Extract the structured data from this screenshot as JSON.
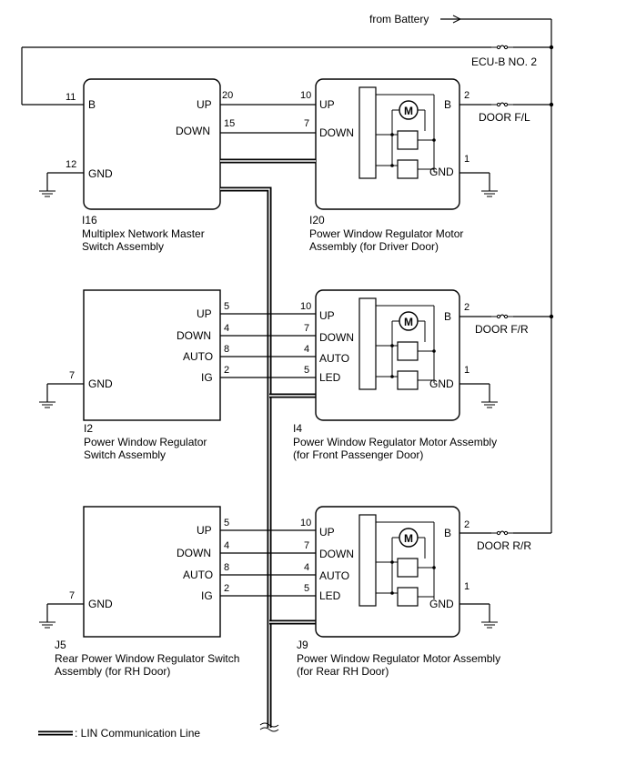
{
  "battery": {
    "label": "from Battery"
  },
  "fuses": {
    "ecu_b": "ECU-B NO. 2",
    "door_fl": "DOOR F/L",
    "door_fr": "DOOR F/R",
    "door_rr": "DOOR R/R"
  },
  "i16": {
    "id": "I16",
    "name1": "Multiplex Network Master",
    "name2": "Switch Assembly",
    "term_b": "B",
    "term_up": "UP",
    "term_down": "DOWN",
    "term_gnd": "GND",
    "pin_b": "11",
    "pin_up": "20",
    "pin_down": "15",
    "pin_gnd": "12"
  },
  "i20": {
    "id": "I20",
    "name1": "Power Window Regulator Motor",
    "name2": "Assembly (for Driver Door)",
    "term_up": "UP",
    "term_down": "DOWN",
    "term_b": "B",
    "term_gnd": "GND",
    "pin_up": "10",
    "pin_down": "7",
    "pin_b": "2",
    "pin_gnd": "1",
    "motor": "M"
  },
  "i2": {
    "id": "I2",
    "name1": "Power Window Regulator",
    "name2": "Switch Assembly",
    "term_up": "UP",
    "term_down": "DOWN",
    "term_auto": "AUTO",
    "term_ig": "IG",
    "term_gnd": "GND",
    "pin_up": "5",
    "pin_down": "4",
    "pin_auto": "8",
    "pin_ig": "2",
    "pin_gnd": "7"
  },
  "i4": {
    "id": "I4",
    "name1": "Power Window Regulator Motor Assembly",
    "name2": "(for Front Passenger Door)",
    "term_up": "UP",
    "term_down": "DOWN",
    "term_auto": "AUTO",
    "term_led": "LED",
    "term_b": "B",
    "term_gnd": "GND",
    "pin_up": "10",
    "pin_down": "7",
    "pin_auto": "4",
    "pin_led": "5",
    "pin_b": "2",
    "pin_gnd": "1",
    "motor": "M"
  },
  "j5": {
    "id": "J5",
    "name1": "Rear Power Window Regulator Switch",
    "name2": "Assembly (for RH Door)",
    "term_up": "UP",
    "term_down": "DOWN",
    "term_auto": "AUTO",
    "term_ig": "IG",
    "term_gnd": "GND",
    "pin_up": "5",
    "pin_down": "4",
    "pin_auto": "8",
    "pin_ig": "2",
    "pin_gnd": "7"
  },
  "j9": {
    "id": "J9",
    "name1": "Power Window Regulator Motor Assembly",
    "name2": "(for Rear RH Door)",
    "term_up": "UP",
    "term_down": "DOWN",
    "term_auto": "AUTO",
    "term_led": "LED",
    "term_b": "B",
    "term_gnd": "GND",
    "pin_up": "10",
    "pin_down": "7",
    "pin_auto": "4",
    "pin_led": "5",
    "pin_b": "2",
    "pin_gnd": "1",
    "motor": "M"
  },
  "legend": {
    "label": ": LIN Communication Line"
  }
}
